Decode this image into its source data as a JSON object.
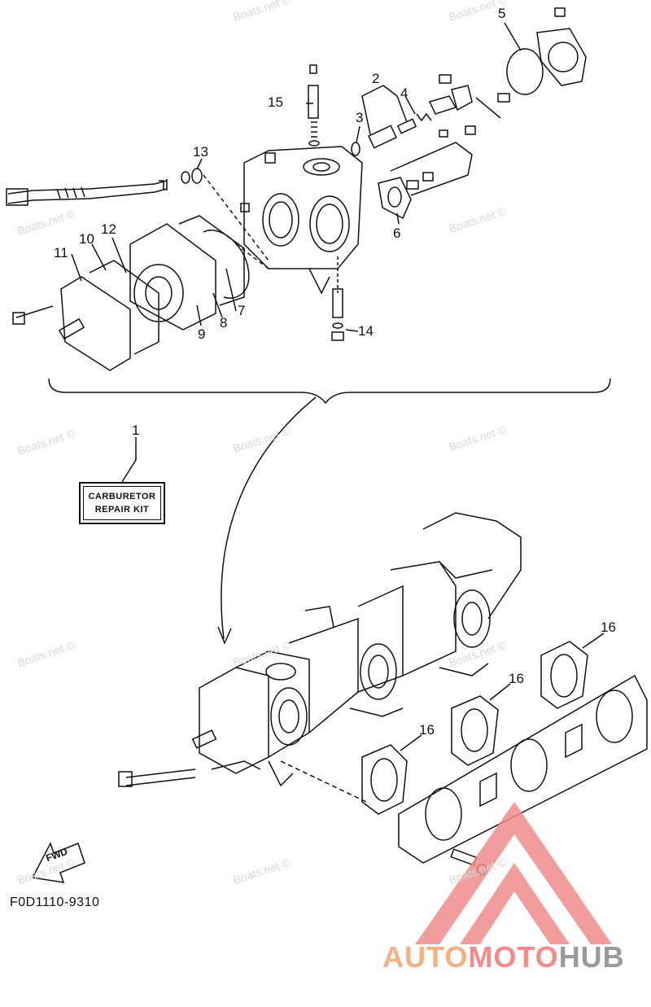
{
  "watermark_text": "Boats.net ©",
  "callouts": [
    {
      "id": "1",
      "label": "1"
    },
    {
      "id": "2",
      "label": "2"
    },
    {
      "id": "3",
      "label": "3"
    },
    {
      "id": "4",
      "label": "4"
    },
    {
      "id": "5",
      "label": "5"
    },
    {
      "id": "6",
      "label": "6"
    },
    {
      "id": "7",
      "label": "7"
    },
    {
      "id": "8",
      "label": "8"
    },
    {
      "id": "9",
      "label": "9"
    },
    {
      "id": "10",
      "label": "10"
    },
    {
      "id": "11",
      "label": "11"
    },
    {
      "id": "12",
      "label": "12"
    },
    {
      "id": "13",
      "label": "13"
    },
    {
      "id": "14",
      "label": "14"
    },
    {
      "id": "15",
      "label": "15"
    },
    {
      "id": "16a",
      "label": "16"
    },
    {
      "id": "16b",
      "label": "16"
    },
    {
      "id": "16c",
      "label": "16"
    }
  ],
  "kit_label": {
    "line1": "CARBURETOR",
    "line2": "REPAIR KIT"
  },
  "direction_label": "FWD",
  "figure_code": "F0D1110-9310",
  "brand": {
    "part1": "AUTO",
    "part2": "MOTO",
    "part3": "HUB"
  },
  "colors": {
    "line": "#111111",
    "watermark": "#d8d8d8",
    "brand_orange": "#f4b183",
    "brand_red": "#f08c8c",
    "brand_gray": "#9a9a9a"
  }
}
